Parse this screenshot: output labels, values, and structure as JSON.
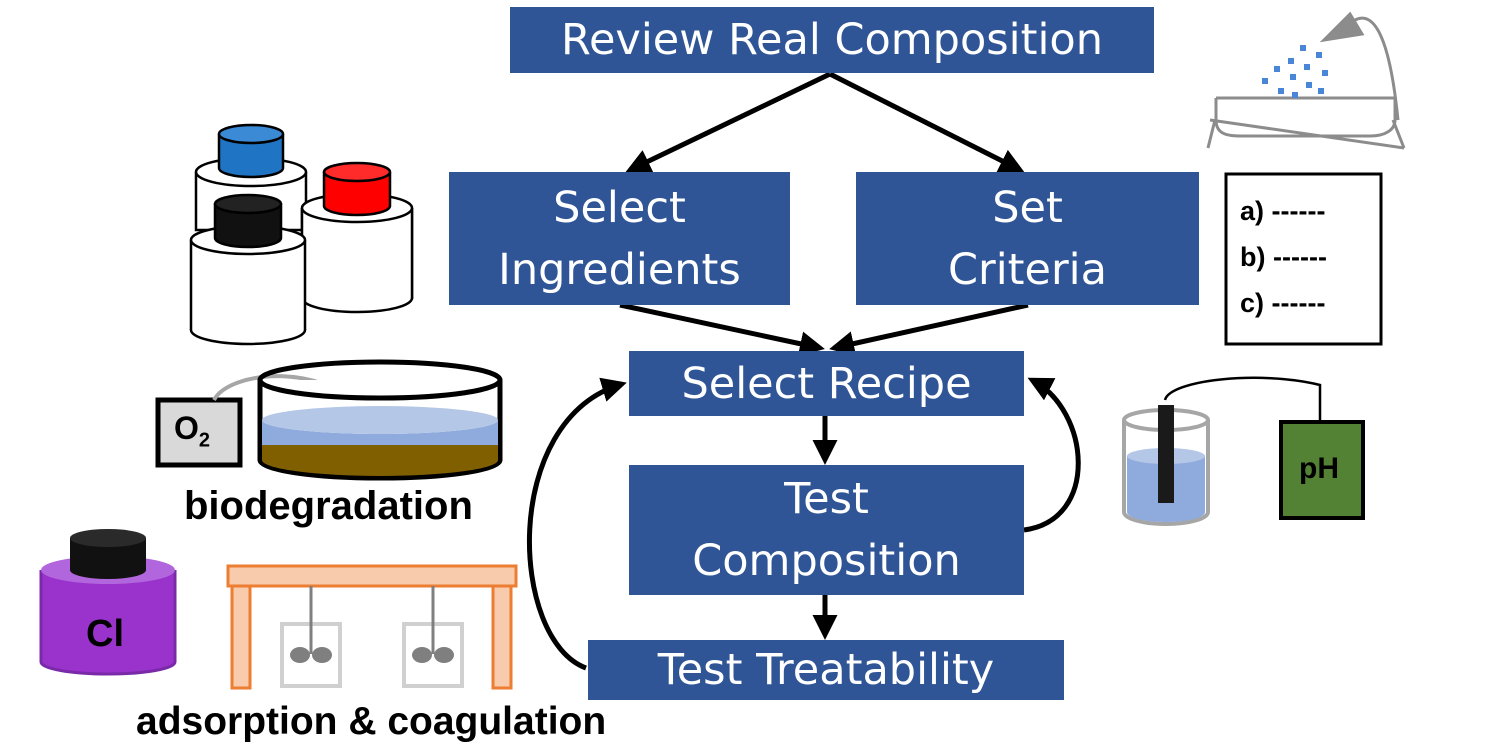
{
  "flow": {
    "review": "Review Real Composition",
    "select_ingredients": [
      "Select",
      "Ingredients"
    ],
    "set_criteria": [
      "Set",
      "Criteria"
    ],
    "select_recipe": "Select Recipe",
    "test_composition": [
      "Test",
      "Composition"
    ],
    "test_treatability": "Test Treatability"
  },
  "checklist": [
    "a) ------",
    "b) ------",
    "c) ------"
  ],
  "icons": {
    "o2": "O",
    "o2_sub": "2",
    "ph": "pH",
    "cl": "Cl"
  },
  "captions": {
    "biodegradation": "biodegradation",
    "adsorption": "adsorption & coagulation"
  },
  "colors": {
    "box": "#2f5597",
    "jar_blue": "#1f74c4",
    "jar_red": "#ff0000",
    "sediment": "#7f5f00",
    "water": "#8faadc",
    "cl_purple": "#9933cc",
    "ph_green": "#548235",
    "stand_orange": "#f4b183"
  }
}
